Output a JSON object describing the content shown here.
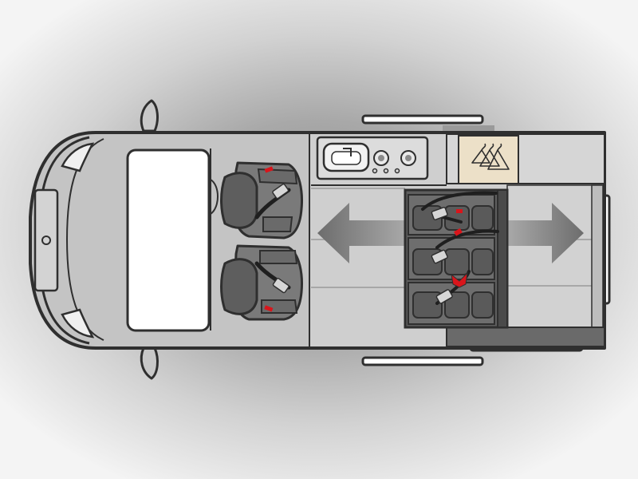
{
  "diagram": {
    "subject": "campervan-floorplan-top-view",
    "colors": {
      "outline": "#2f2f2f",
      "floor": "#cfcfcf",
      "cab": "#c4c4c4",
      "kitchen": "#dcdcdc",
      "wardrobe": "#ece0c8",
      "seat": "#5e5e5e",
      "seat_light": "#7a7a7a",
      "belt": "#1f1f1f",
      "buckle": "#d6d6d6",
      "accent_red": "#d9151b",
      "arrow": "#7b7b7b"
    },
    "features": [
      "driver-seat",
      "passenger-seat",
      "kitchen-unit",
      "sink",
      "hob-burners",
      "wardrobe",
      "rock-and-roll-bed-seat",
      "slide-arrows",
      "sliding-door-rails"
    ],
    "rear_bench_seat_count": 3,
    "cab_seat_count": 2
  }
}
